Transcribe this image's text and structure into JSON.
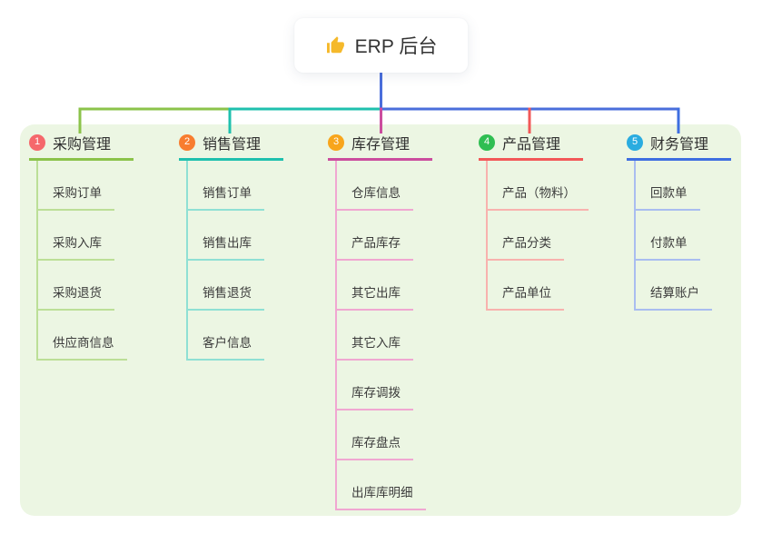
{
  "root": {
    "title": "ERP 后台",
    "icon": "thumbs-up-icon",
    "icon_color": "#f5b92b"
  },
  "colors": {
    "canvas_bg": "#ecf6e3",
    "root_connector": "#4a6edb",
    "bus_left_outer": "#8bc34a",
    "bus_left_inner": "#1fc0ae",
    "bus_right": "#4a6edb"
  },
  "branches": [
    {
      "num": "1",
      "label": "采购管理",
      "badge_color": "#f5686c",
      "line_color": "#8bc34a",
      "item_line_color": "#bcdf97",
      "items": [
        "采购订单",
        "采购入库",
        "采购退货",
        "供应商信息"
      ]
    },
    {
      "num": "2",
      "label": "销售管理",
      "badge_color": "#f87d2f",
      "line_color": "#1fc0ae",
      "item_line_color": "#8fe0d4",
      "items": [
        "销售订单",
        "销售出库",
        "销售退货",
        "客户信息"
      ]
    },
    {
      "num": "3",
      "label": "库存管理",
      "badge_color": "#f8a51b",
      "line_color": "#cb4d9e",
      "item_line_color": "#f0a7d1",
      "items": [
        "仓库信息",
        "产品库存",
        "其它出库",
        "其它入库",
        "库存调拨",
        "库存盘点",
        "出库库明细"
      ]
    },
    {
      "num": "4",
      "label": "产品管理",
      "badge_color": "#2fbe52",
      "line_color": "#f25858",
      "item_line_color": "#f8b2ae",
      "items": [
        "产品（物料）",
        "产品分类",
        "产品单位"
      ]
    },
    {
      "num": "5",
      "label": "财务管理",
      "badge_color": "#2aace0",
      "line_color": "#3e6ee0",
      "item_line_color": "#a9bdf0",
      "items": [
        "回款单",
        "付款单",
        "结算账户"
      ]
    }
  ]
}
